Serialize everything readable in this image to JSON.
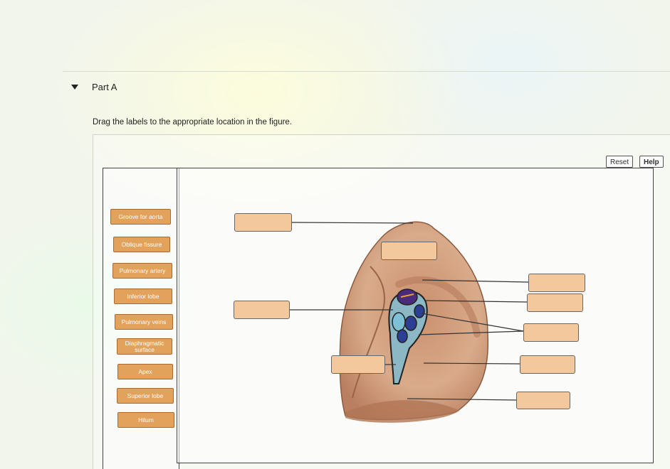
{
  "part": {
    "title": "Part A"
  },
  "instruction": "Drag the labels to the appropriate location in the figure.",
  "toolbar": {
    "reset_label": "Reset",
    "help_label": "Help"
  },
  "labels": [
    {
      "text": "Groove for aorta"
    },
    {
      "text": "Oblique fissure"
    },
    {
      "text": "Pulmonary artery"
    },
    {
      "text": "Inferior lobe"
    },
    {
      "text": "Pulmonary veins"
    },
    {
      "text": "Diaphragmatic surface"
    },
    {
      "text": "Apex"
    },
    {
      "text": "Superior lobe"
    },
    {
      "text": "Hilum"
    }
  ],
  "colors": {
    "label_fill": "#e3a25c",
    "target_fill": "#f2c89c",
    "lung_tissue": "#d9ab8a",
    "vessel_purple": "#4a2a7a",
    "vessel_blue": "#2c3f94"
  }
}
